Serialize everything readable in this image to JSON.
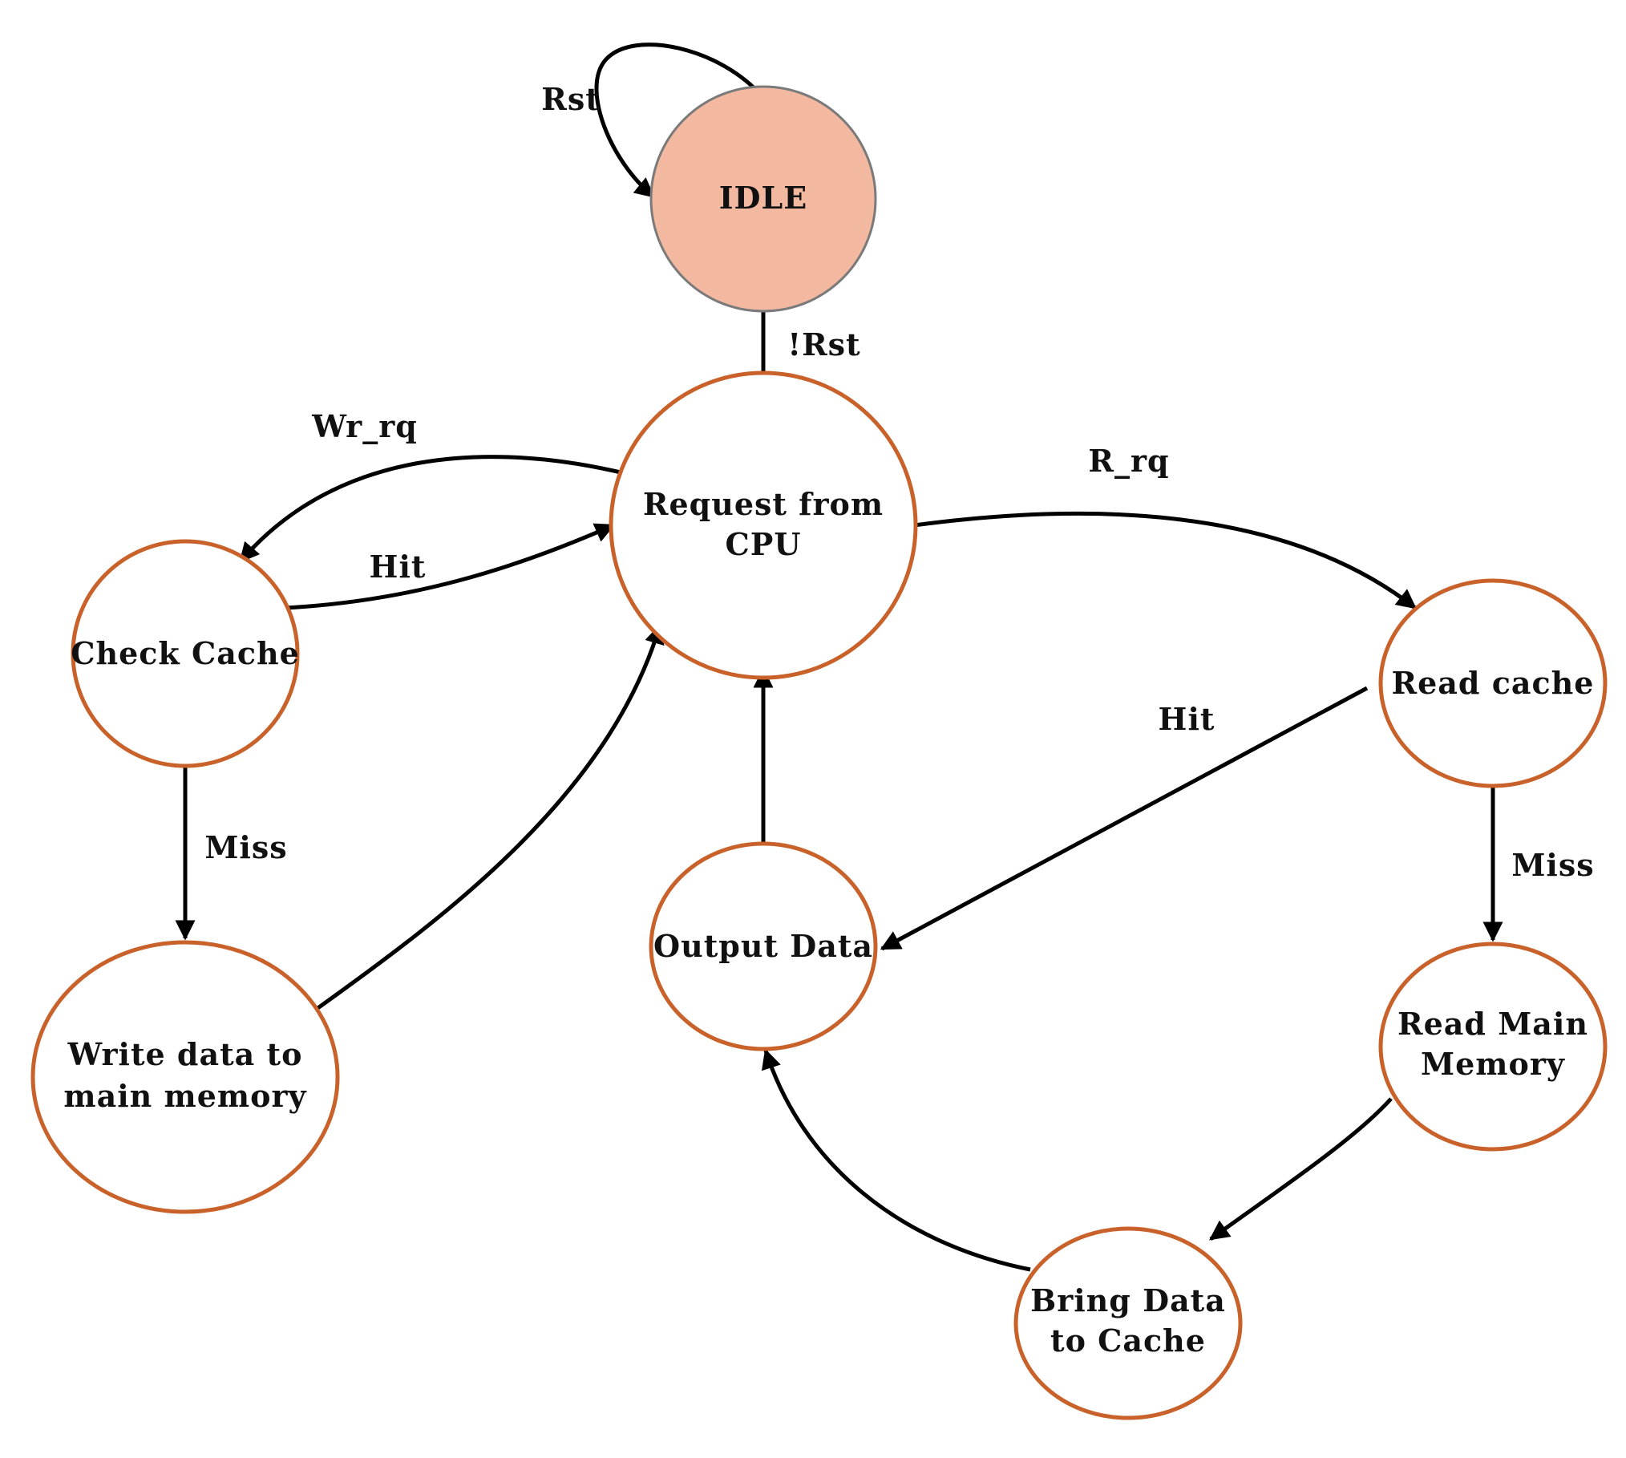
{
  "states": {
    "idle": "IDLE",
    "request_line1": "Request from",
    "request_line2": "CPU",
    "check_cache": "Check Cache",
    "write_line1": "Write data to",
    "write_line2": "main memory",
    "output_data": "Output Data",
    "read_cache": "Read cache",
    "read_main_line1": "Read Main",
    "read_main_line2": "Memory",
    "bring_line1": "Bring Data",
    "bring_line2": "to Cache"
  },
  "transitions": {
    "rst": "Rst",
    "not_rst": "!Rst",
    "wr_rq": "Wr_rq",
    "r_rq": "R_rq",
    "hit_write": "Hit",
    "hit_read": "Hit",
    "miss_write": "Miss",
    "miss_read": "Miss"
  },
  "colors": {
    "idle_fill": "#f2b9a0",
    "state_border": "#c8622a",
    "arrow": "#000000"
  }
}
